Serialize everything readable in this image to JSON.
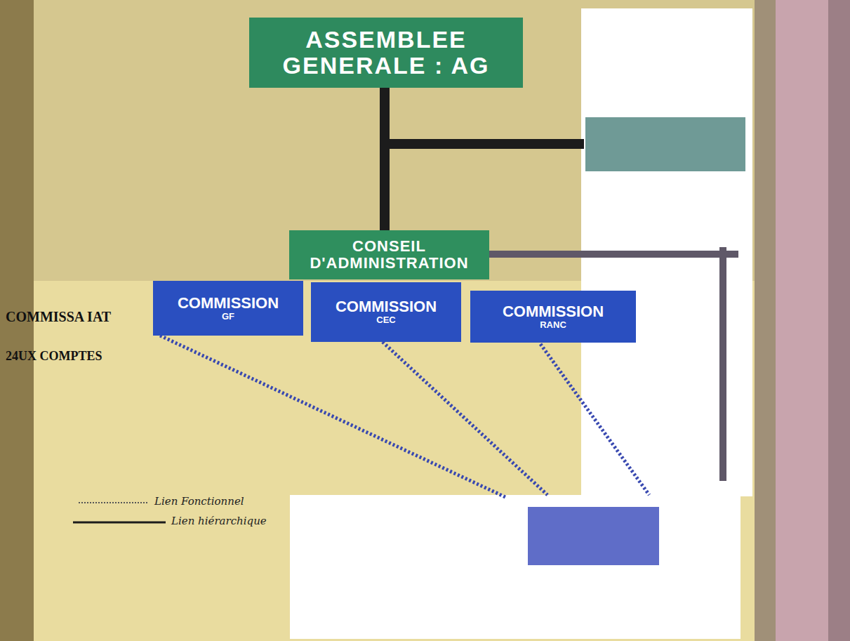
{
  "diagram": {
    "nodes": [
      {
        "text": [
          "ASSEMBLEE GENERALE : AG"
        ]
      },
      {
        "text": [
          "CONSEIL D'ADMINISTRATION"
        ]
      },
      {
        "text": [
          "COMMISSION",
          "GF"
        ]
      },
      {
        "text": [
          "COMMISSION",
          "CEC"
        ]
      },
      {
        "text": [
          "COMMISSION",
          "RANC"
        ]
      }
    ],
    "edges": [
      {
        "from": 0,
        "to": 1,
        "arrow": "none"
      }
    ],
    "labels": [
      "COMMISSA IAT",
      "24UX COMPTES"
    ],
    "legend": [
      {
        "text": "Lien Fonctionnel"
      },
      {
        "text": "Lien hiérarchique"
      }
    ]
  }
}
